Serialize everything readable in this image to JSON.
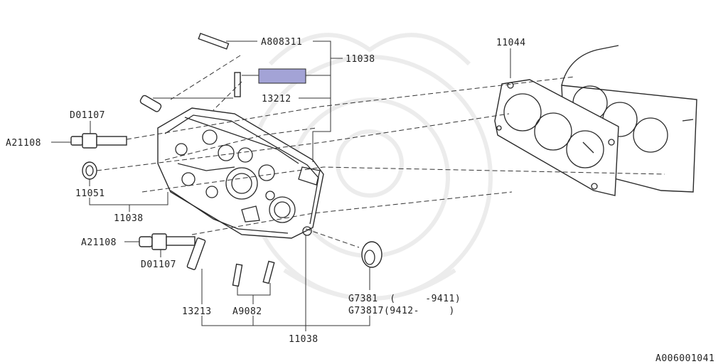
{
  "diagram": {
    "callouts": {
      "a808311": "A808311",
      "head_top": "11038",
      "p13212": "13212",
      "d01107_top": "D01107",
      "a21108_top": "A21108",
      "p11051": "11051",
      "head_left": "11038",
      "a21108_bot": "A21108",
      "d01107_bot": "D01107",
      "p13213": "13213",
      "a9082": "A9082",
      "g7381": "G7381  (     -9411)",
      "g73817": "G73817(9412-     )",
      "head_bottom": "11038",
      "p11044": "11044"
    },
    "figure_id": "A006001041",
    "colors": {
      "highlight": "#a3a3d6",
      "ink": "#2a2a2a"
    }
  }
}
